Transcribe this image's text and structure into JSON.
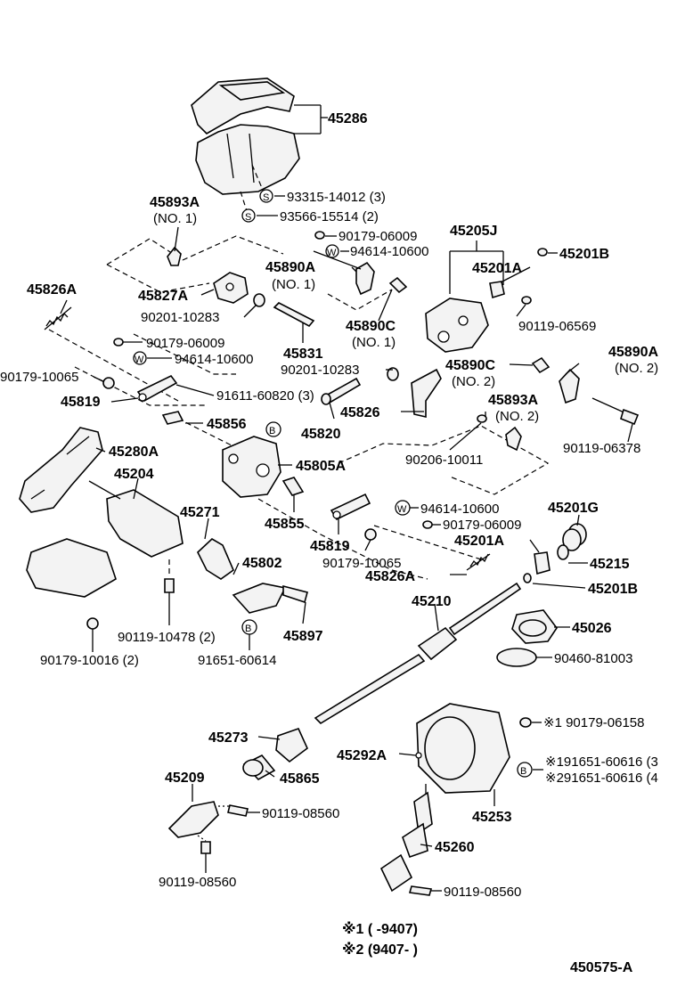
{
  "labels": {
    "p45286": "45286",
    "p93315": "93315-14012 (3)",
    "p93566": "93566-15514 (2)",
    "p45893A": "45893A",
    "p45893A_no1": "(NO. 1)",
    "p90179_06009a": "90179-06009",
    "p94614_10600a": "94614-10600",
    "p45205J": "45205J",
    "p45201A_top": "45201A",
    "p45201B_top": "45201B",
    "p45826A_l": "45826A",
    "p45827A": "45827A",
    "p45890A_l": "45890A",
    "p45890A_l_no1": "(NO. 1)",
    "p90201_10283a": "90201-10283",
    "p45890C_l": "45890C",
    "p45890C_l_no1": "(NO. 1)",
    "p90119_06569": "90119-06569",
    "p45831": "45831",
    "p90179_06009b": "90179-06009",
    "p94614_10600b": "94614-10600",
    "p90179_10065a": "90179-10065",
    "p90201_10283b": "90201-10283",
    "p45890C_r": "45890C",
    "p45890C_r_no2": "(NO. 2)",
    "p45890A_r": "45890A",
    "p45890A_r_no2": "(NO. 2)",
    "p45819a": "45819",
    "p91611": "91611-60820 (3)",
    "p45893A_r": "45893A",
    "p45893A_r_no2": "(NO. 2)",
    "p45826": "45826",
    "p45856": "45856",
    "p45820": "45820",
    "p90119_06378": "90119-06378",
    "p45280A": "45280A",
    "p45805A": "45805A",
    "p90206": "90206-10011",
    "p45204": "45204",
    "p45855": "45855",
    "p94614_10600c": "94614-10600",
    "p90179_06009c": "90179-06009",
    "p45201G": "45201G",
    "p45271": "45271",
    "p45819b": "45819",
    "p45201A_mid": "45201A",
    "p90179_10065b": "90179-10065",
    "p45215": "45215",
    "p45802": "45802",
    "p45826A_r": "45826A",
    "p45201B_mid": "45201B",
    "p45210": "45210",
    "p45026": "45026",
    "p90119_10478": "90119-10478 (2)",
    "p45897": "45897",
    "p90460": "90460-81003",
    "p90179_10016": "90179-10016 (2)",
    "p91651_60614": "91651-60614",
    "p90179_06158": "※1 90179-06158",
    "p45273": "45273",
    "p45292A": "45292A",
    "p91651_60616_1": "※191651-60616 (3",
    "p91651_60616_2": "※291651-60616 (4",
    "p45209": "45209",
    "p45865": "45865",
    "p45253": "45253",
    "p90119_08560a": "90119-08560",
    "p45260": "45260",
    "p90119_08560b": "90119-08560",
    "p90119_08560c": "90119-08560",
    "note1": "※1 (         -9407)",
    "note2": "※2 (9407-         )",
    "figure_id": "450575-A",
    "sym_s": "S",
    "sym_w": "W",
    "sym_b": "B"
  }
}
